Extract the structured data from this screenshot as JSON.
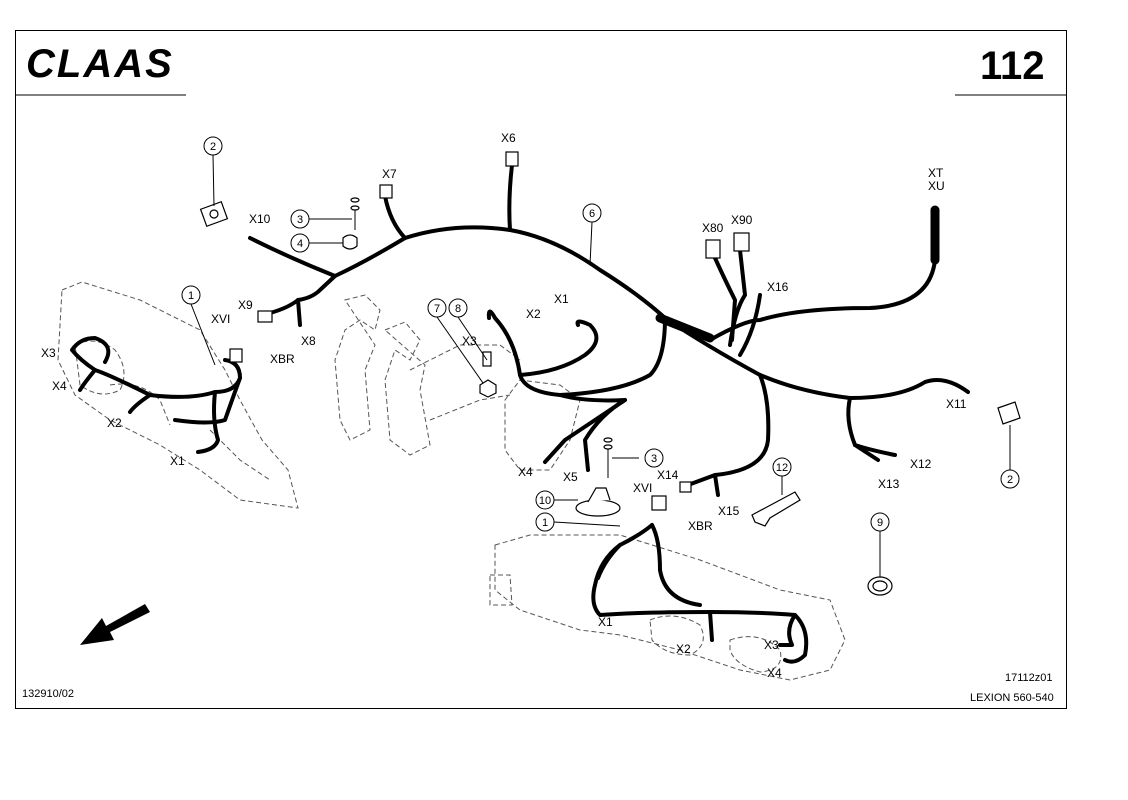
{
  "header": {
    "logo_text": "CLAAS",
    "page_number": "112"
  },
  "footer": {
    "doc_code": "132910/02",
    "drawing_ref": "17112z01",
    "model": "LEXION 560-540"
  },
  "callouts": {
    "c2a": "2",
    "c3a": "3",
    "c4": "4",
    "c1a": "1",
    "c7": "7",
    "c8": "8",
    "c6": "6",
    "c3b": "3",
    "c10": "10",
    "c1b": "1",
    "c12": "12",
    "c9": "9",
    "c2b": "2"
  },
  "labels": {
    "x10": "X10",
    "x7": "X7",
    "x6": "X6",
    "xt": "XT",
    "xu": "XU",
    "x80": "X80",
    "x90": "X90",
    "x16": "X16",
    "x9": "X9",
    "xvi_l": "XVI",
    "x8": "X8",
    "xbr_l": "XBR",
    "x3_l": "X3",
    "x4_l": "X4",
    "x2_l": "X2",
    "x1_l": "X1",
    "x1_c": "X1",
    "x2_c": "X2",
    "x3_c": "X3",
    "x11": "X11",
    "x12": "X12",
    "x13": "X13",
    "x4_m": "X4",
    "x5": "X5",
    "x14": "X14",
    "x15": "X15",
    "xvi_r": "XVI",
    "xbr_r": "XBR",
    "x1_r": "X1",
    "x2_r": "X2",
    "x3_r": "X3",
    "x4_r": "X4"
  }
}
